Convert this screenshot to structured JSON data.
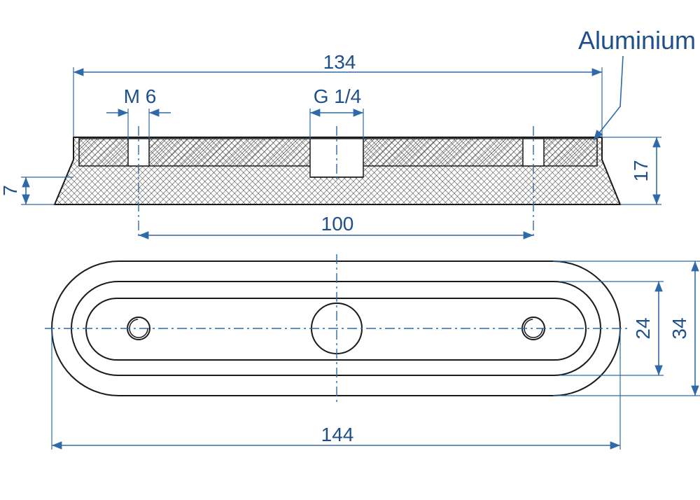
{
  "material": "Aluminium",
  "dimensions": {
    "overall_length_top": "134",
    "thread_m": "M 6",
    "thread_g": "G 1/4",
    "flange_height": "7",
    "total_height": "17",
    "hole_spacing": "100",
    "inner_width": "24",
    "overall_width": "34",
    "overall_length": "144"
  },
  "colors": {
    "dimension": "#2f6aa8",
    "text": "#1f4f8a",
    "outline": "#1a1a1a"
  }
}
